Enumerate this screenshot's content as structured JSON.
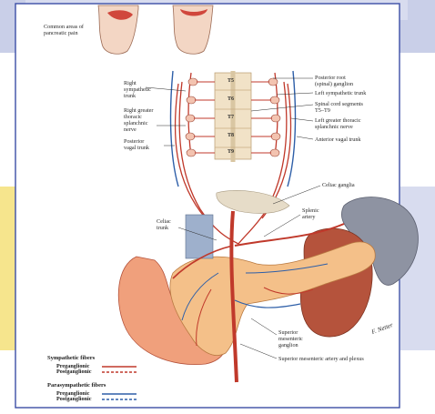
{
  "colors": {
    "sympathetic": "#c0392b",
    "parasympathetic": "#2e5fa8",
    "background_banner": "#c9cfe8",
    "frame": "#3b4ea6",
    "yellow_band": "#f6e58d",
    "pancreas": "#f0b27a",
    "spleen": "#7f8596",
    "kidney": "#b5533c"
  },
  "labels": {
    "pain": "Common areas of\npancreatic pain",
    "right_symp_trunk": "Right\nsympathetic\ntrunk",
    "right_greater_nerve": "Right greater\nthoracic\nsplanchnic\nnerve",
    "posterior_vagal": "Posterior\nvagal trunk",
    "posterior_root": "Posterior root\n(spinal) ganglion",
    "left_symp_trunk": "Left sympathetic trunk",
    "spinal_segments": "Spinal cord segments\nT5–T9",
    "left_greater_nerve": "Left greater thoracic\nsplanchnic nerve",
    "anterior_vagal": "Anterior vagal trunk",
    "celiac_ganglia": "Celiac ganglia",
    "splenic_artery": "Splenic\nartery",
    "celiac_trunk": "Celiac\ntrunk",
    "sup_mes_ganglion": "Superior\nmesenteric\nganglion",
    "sup_mes_artery": "Superior mesenteric artery and plexus",
    "signature": "F. Netter"
  },
  "segments": [
    "T5",
    "T6",
    "T7",
    "T8",
    "T9"
  ],
  "legend": {
    "symp_title": "Sympathetic fibers",
    "para_title": "Parasympathetic fibers",
    "preganglionic": "Preganglionic",
    "postganglionic": "Postganglionic"
  }
}
